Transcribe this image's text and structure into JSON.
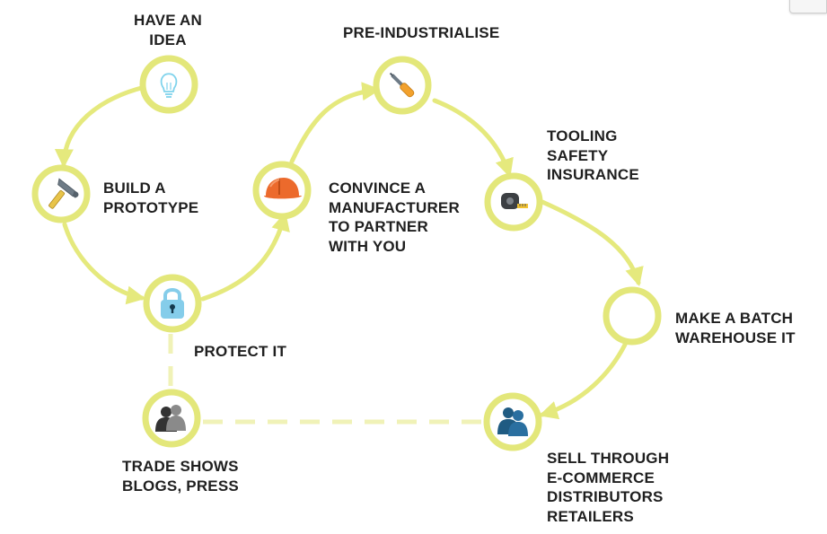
{
  "colors": {
    "path": "#e5e97d",
    "path_dashed": "#f0f2b7",
    "ring": "#e3e77a",
    "bulb": "#7fd3ec",
    "lock": "#85cdea",
    "helmet": "#ec6a2c",
    "people_dark": "#1f5b82",
    "people_grey": "#333333"
  },
  "steps": [
    {
      "id": "idea",
      "icon": "lightbulb-icon",
      "lines": [
        "HAVE AN",
        "IDEA"
      ]
    },
    {
      "id": "prototype",
      "icon": "hammer-icon",
      "lines": [
        "BUILD A",
        "PROTOTYPE"
      ]
    },
    {
      "id": "protect",
      "icon": "padlock-icon",
      "lines": [
        "PROTECT IT"
      ]
    },
    {
      "id": "manufacturer",
      "icon": "hard-hat-icon",
      "lines": [
        "CONVINCE A",
        "MANUFACTURER",
        "TO PARTNER",
        "WITH YOU"
      ]
    },
    {
      "id": "preindustrialise",
      "icon": "screwdriver-icon",
      "lines": [
        "PRE-INDUSTRIALISE"
      ]
    },
    {
      "id": "tooling",
      "icon": "tape-measure-icon",
      "lines": [
        "TOOLING",
        "SAFETY",
        "INSURANCE"
      ]
    },
    {
      "id": "batch",
      "icon": "empty-circle",
      "lines": [
        "MAKE A BATCH",
        "WAREHOUSE IT"
      ]
    },
    {
      "id": "sell",
      "icon": "people-icon",
      "lines": [
        "SELL THROUGH",
        "E-COMMERCE",
        "DISTRIBUTORS",
        "RETAILERS"
      ]
    },
    {
      "id": "tradeshows",
      "icon": "people-icon",
      "lines": [
        "TRADE SHOWS",
        "BLOGS, PRESS"
      ]
    }
  ]
}
